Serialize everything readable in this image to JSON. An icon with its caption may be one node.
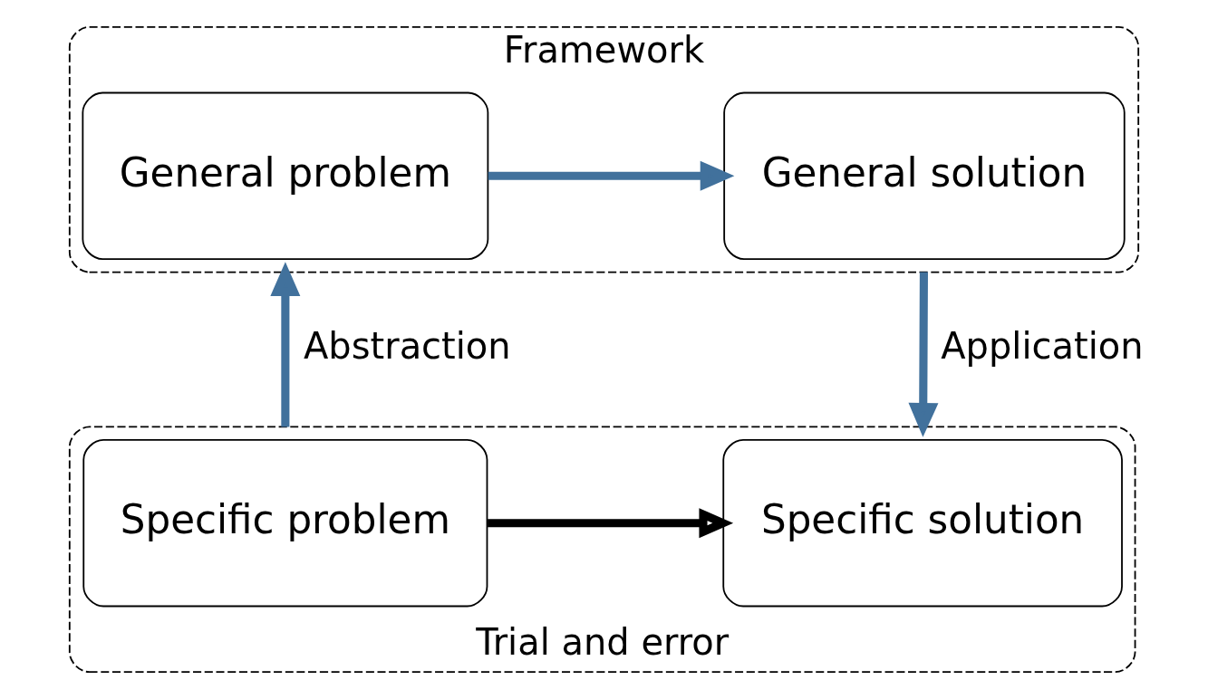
{
  "diagram": {
    "nodes": [
      {
        "text": [
          "Framework"
        ]
      },
      {
        "text": [
          "General problem"
        ],
        "in": 0
      },
      {
        "text": [
          "General solution"
        ],
        "in": 0
      },
      {
        "text": [
          "Trial and error"
        ]
      },
      {
        "text": [
          "Specific problem"
        ],
        "in": 3
      },
      {
        "text": [
          "Specific solution"
        ],
        "in": 3
      }
    ],
    "edges": [
      {
        "from": 1,
        "to": 2,
        "arrow": "to"
      },
      {
        "from": 4,
        "to": 5,
        "arrow": "to",
        "color": "#000000"
      },
      {
        "from": 3,
        "to": 0,
        "arrow": "to",
        "label": "Abstraction"
      },
      {
        "from": 0,
        "to": 3,
        "arrow": "to",
        "label": "Application"
      }
    ]
  }
}
